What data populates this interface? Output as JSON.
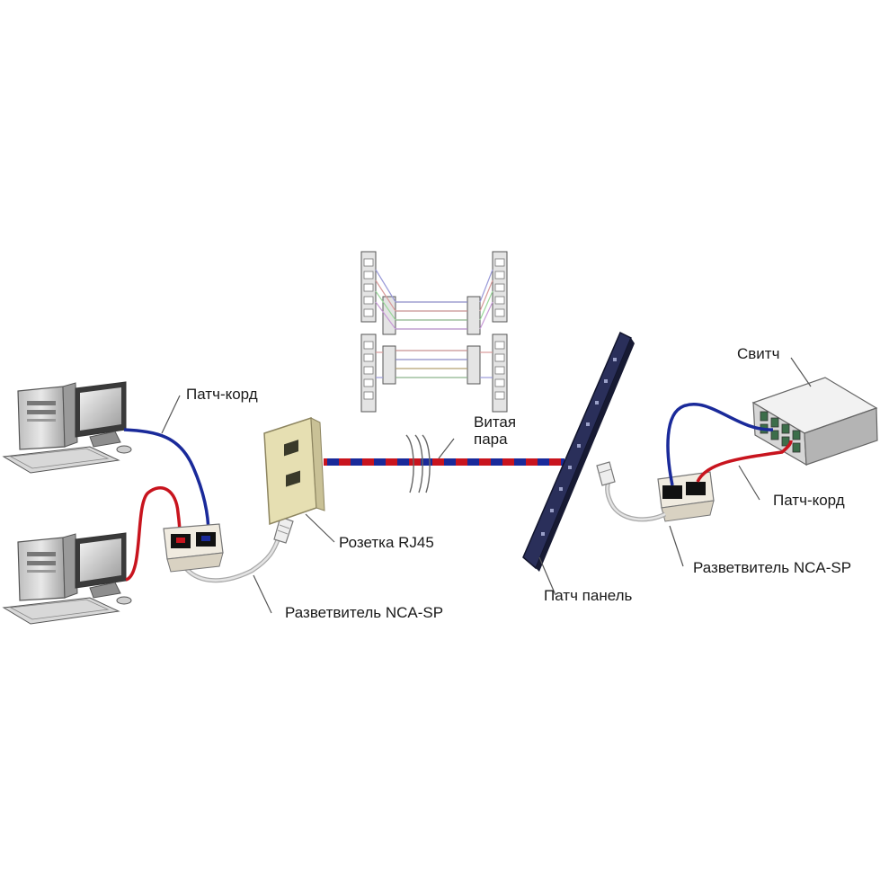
{
  "labels": {
    "patch_cord_left": "Патч-корд",
    "twisted_pair_line1": "Витая",
    "twisted_pair_line2": "пара",
    "switch": "Свитч",
    "rj45_socket": "Розетка RJ45",
    "splitter_left": "Разветвитель NCA-SP",
    "patch_panel": "Патч панель",
    "patch_cord_right": "Патч-корд",
    "splitter_right": "Разветвитель NCA-SP"
  },
  "colors": {
    "cable_red": "#c8141e",
    "cable_blue": "#1a2a9a",
    "panel": "#2a2f5a",
    "wall_plate": "#e6dfb2",
    "computer_body": "#d4d4d4",
    "switch_body": "#dcdcdc",
    "splitter_body": "#f0ebe0"
  }
}
